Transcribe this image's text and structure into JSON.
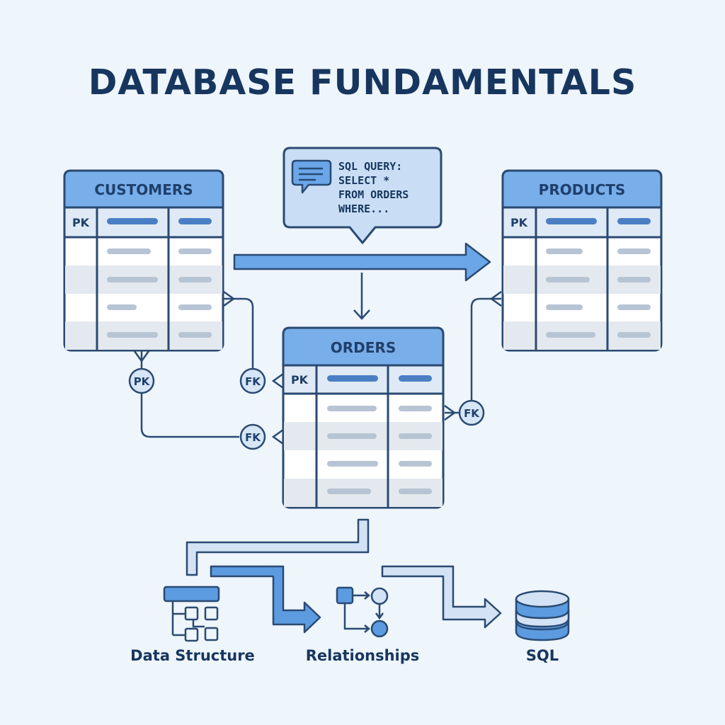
{
  "title": "DATABASE FUNDAMENTALS",
  "tables": {
    "customers": {
      "name": "CUSTOMERS",
      "pk_label": "PK"
    },
    "products": {
      "name": "PRODUCTS",
      "pk_label": "PK"
    },
    "orders": {
      "name": "ORDERS",
      "pk_label": "PK"
    }
  },
  "sql_callout": {
    "lines": [
      "SQL QUERY:",
      "SELECT *",
      "FROM ORDERS",
      "WHERE..."
    ]
  },
  "badges": {
    "customers_pk": "PK",
    "orders_fk_customers": "FK",
    "orders_fk_customers_lower": "FK",
    "orders_fk_products": "FK"
  },
  "bottom": {
    "data_structure": "Data Structure",
    "relationships": "Relationships",
    "sql": "SQL"
  },
  "icons": {
    "sql_callout": "chat-bubble-icon",
    "data_structure": "tree-hierarchy-icon",
    "relationships": "node-graph-icon",
    "sql": "database-cylinder-icon"
  },
  "colors": {
    "outline": "#2a4a72",
    "header": "#78aeea",
    "accent": "#5c9be0",
    "light": "#c9def4",
    "title": "#17365f"
  }
}
